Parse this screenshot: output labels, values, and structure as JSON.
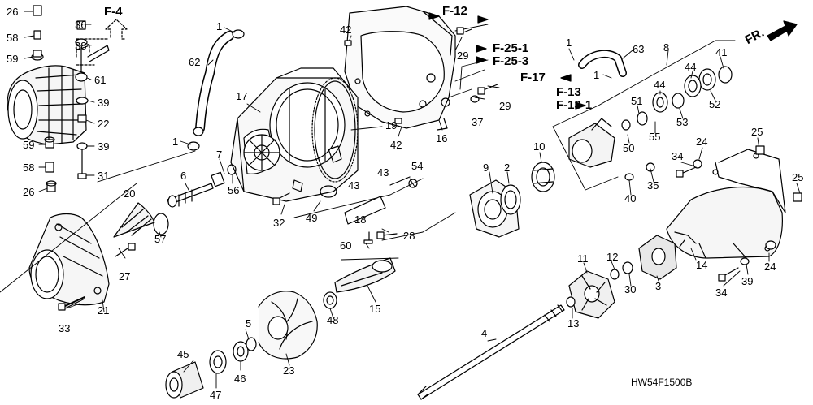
{
  "diagram": {
    "code": "HW54F1500B",
    "direction_label": "FR.",
    "references": [
      {
        "id": "f4",
        "text": "F-4"
      },
      {
        "id": "f12",
        "text": "F-12"
      },
      {
        "id": "f251",
        "text": "F-25-1"
      },
      {
        "id": "f253",
        "text": "F-25-3"
      },
      {
        "id": "f17",
        "text": "F-17"
      },
      {
        "id": "f13",
        "text": "F-13"
      },
      {
        "id": "f131",
        "text": "F-13-1"
      }
    ],
    "callouts": [
      {
        "id": "c26a",
        "text": "26"
      },
      {
        "id": "c36",
        "text": "36"
      },
      {
        "id": "c58a",
        "text": "58"
      },
      {
        "id": "c38",
        "text": "38"
      },
      {
        "id": "c59a",
        "text": "59"
      },
      {
        "id": "c61",
        "text": "61"
      },
      {
        "id": "c39a",
        "text": "39"
      },
      {
        "id": "c22",
        "text": "22"
      },
      {
        "id": "c59b",
        "text": "59"
      },
      {
        "id": "c39b",
        "text": "39"
      },
      {
        "id": "c58b",
        "text": "58"
      },
      {
        "id": "c31",
        "text": "31"
      },
      {
        "id": "c26b",
        "text": "26"
      },
      {
        "id": "c1a",
        "text": "1"
      },
      {
        "id": "c62",
        "text": "62"
      },
      {
        "id": "c42a",
        "text": "42"
      },
      {
        "id": "c29a",
        "text": "29"
      },
      {
        "id": "c17",
        "text": "17"
      },
      {
        "id": "c19",
        "text": "19"
      },
      {
        "id": "c29b",
        "text": "29"
      },
      {
        "id": "c37",
        "text": "37"
      },
      {
        "id": "c16",
        "text": "16"
      },
      {
        "id": "c42b",
        "text": "42"
      },
      {
        "id": "c1b",
        "text": "1"
      },
      {
        "id": "c7",
        "text": "7"
      },
      {
        "id": "c6",
        "text": "6"
      },
      {
        "id": "c56",
        "text": "56"
      },
      {
        "id": "c20",
        "text": "20"
      },
      {
        "id": "c57",
        "text": "57"
      },
      {
        "id": "c27",
        "text": "27"
      },
      {
        "id": "c21",
        "text": "21"
      },
      {
        "id": "c33",
        "text": "33"
      },
      {
        "id": "c32",
        "text": "32"
      },
      {
        "id": "c49",
        "text": "49"
      },
      {
        "id": "c43a",
        "text": "43"
      },
      {
        "id": "c43b",
        "text": "43"
      },
      {
        "id": "c18",
        "text": "18"
      },
      {
        "id": "c28",
        "text": "28"
      },
      {
        "id": "c54",
        "text": "54"
      },
      {
        "id": "c60",
        "text": "60"
      },
      {
        "id": "c15",
        "text": "15"
      },
      {
        "id": "c48",
        "text": "48"
      },
      {
        "id": "c5",
        "text": "5"
      },
      {
        "id": "c45",
        "text": "45"
      },
      {
        "id": "c23",
        "text": "23"
      },
      {
        "id": "c47",
        "text": "47"
      },
      {
        "id": "c46",
        "text": "46"
      },
      {
        "id": "c9",
        "text": "9"
      },
      {
        "id": "c2",
        "text": "2"
      },
      {
        "id": "c10",
        "text": "10"
      },
      {
        "id": "c1c",
        "text": "1"
      },
      {
        "id": "c63",
        "text": "63"
      },
      {
        "id": "c1d",
        "text": "1"
      },
      {
        "id": "c8",
        "text": "8"
      },
      {
        "id": "c41",
        "text": "41"
      },
      {
        "id": "c44a",
        "text": "44"
      },
      {
        "id": "c44b",
        "text": "44"
      },
      {
        "id": "c51",
        "text": "51"
      },
      {
        "id": "c52",
        "text": "52"
      },
      {
        "id": "c55",
        "text": "55"
      },
      {
        "id": "c53",
        "text": "53"
      },
      {
        "id": "c50",
        "text": "50"
      },
      {
        "id": "c40",
        "text": "40"
      },
      {
        "id": "c35",
        "text": "35"
      },
      {
        "id": "c34a",
        "text": "34"
      },
      {
        "id": "c24a",
        "text": "24"
      },
      {
        "id": "c25a",
        "text": "25"
      },
      {
        "id": "c25b",
        "text": "25"
      },
      {
        "id": "c11",
        "text": "11"
      },
      {
        "id": "c12",
        "text": "12"
      },
      {
        "id": "c30",
        "text": "30"
      },
      {
        "id": "c3",
        "text": "3"
      },
      {
        "id": "c14",
        "text": "14"
      },
      {
        "id": "c34b",
        "text": "34"
      },
      {
        "id": "c39c",
        "text": "39"
      },
      {
        "id": "c24b",
        "text": "24"
      },
      {
        "id": "c13",
        "text": "13"
      },
      {
        "id": "c4",
        "text": "4"
      }
    ]
  }
}
